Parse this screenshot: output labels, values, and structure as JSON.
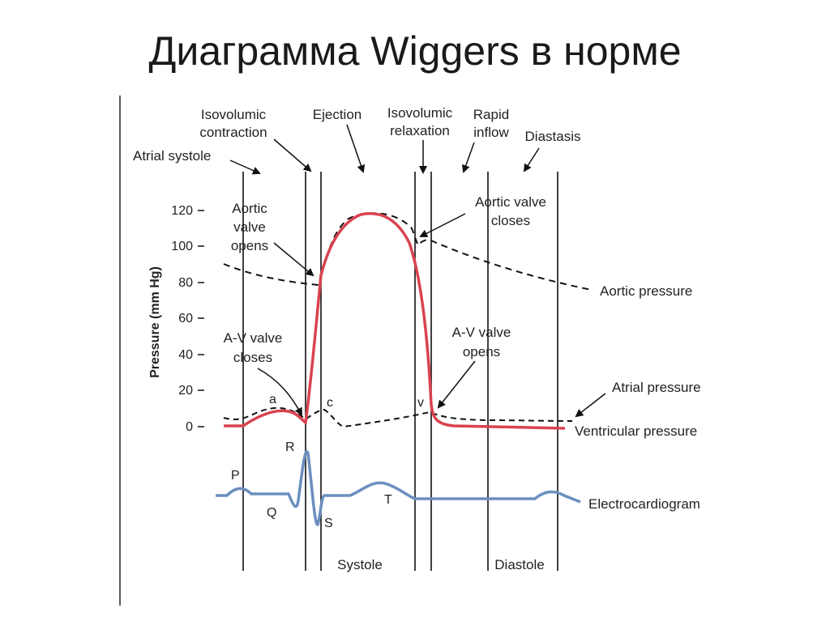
{
  "title": "Диаграмма Wiggers в норме",
  "phases": {
    "isovolumic_contraction": [
      "Isovolumic",
      "contraction"
    ],
    "atrial_systole": "Atrial systole",
    "ejection": "Ejection",
    "isovolumic_relaxation": [
      "Isovolumic",
      "relaxation"
    ],
    "rapid_inflow": [
      "Rapid",
      "inflow"
    ],
    "diastasis": "Diastasis"
  },
  "events": {
    "aortic_valve_opens": [
      "Aortic",
      "valve",
      "opens"
    ],
    "aortic_valve_closes": [
      "Aortic valve",
      "closes"
    ],
    "av_valve_closes": [
      "A-V valve",
      "closes"
    ],
    "av_valve_opens": [
      "A-V valve",
      "opens"
    ]
  },
  "y_axis": {
    "label": "Pressure (mm Hg)",
    "ticks": [
      "120",
      "100",
      "80",
      "60",
      "40",
      "20",
      "0"
    ]
  },
  "curves": {
    "aortic": "Aortic pressure",
    "atrial": "Atrial pressure",
    "ventricular": "Ventricular pressure",
    "ecg": "Electrocardiogram"
  },
  "atrial_waves": {
    "a": "a",
    "c": "c",
    "v": "v"
  },
  "ecg_waves": {
    "P": "P",
    "Q": "Q",
    "R": "R",
    "S": "S",
    "T": "T"
  },
  "periods": {
    "systole": "Systole",
    "diastole": "Diastole"
  },
  "colors": {
    "ventricular": "#d9434f",
    "ecg": "#6b8fbf",
    "lines": "#111111"
  }
}
